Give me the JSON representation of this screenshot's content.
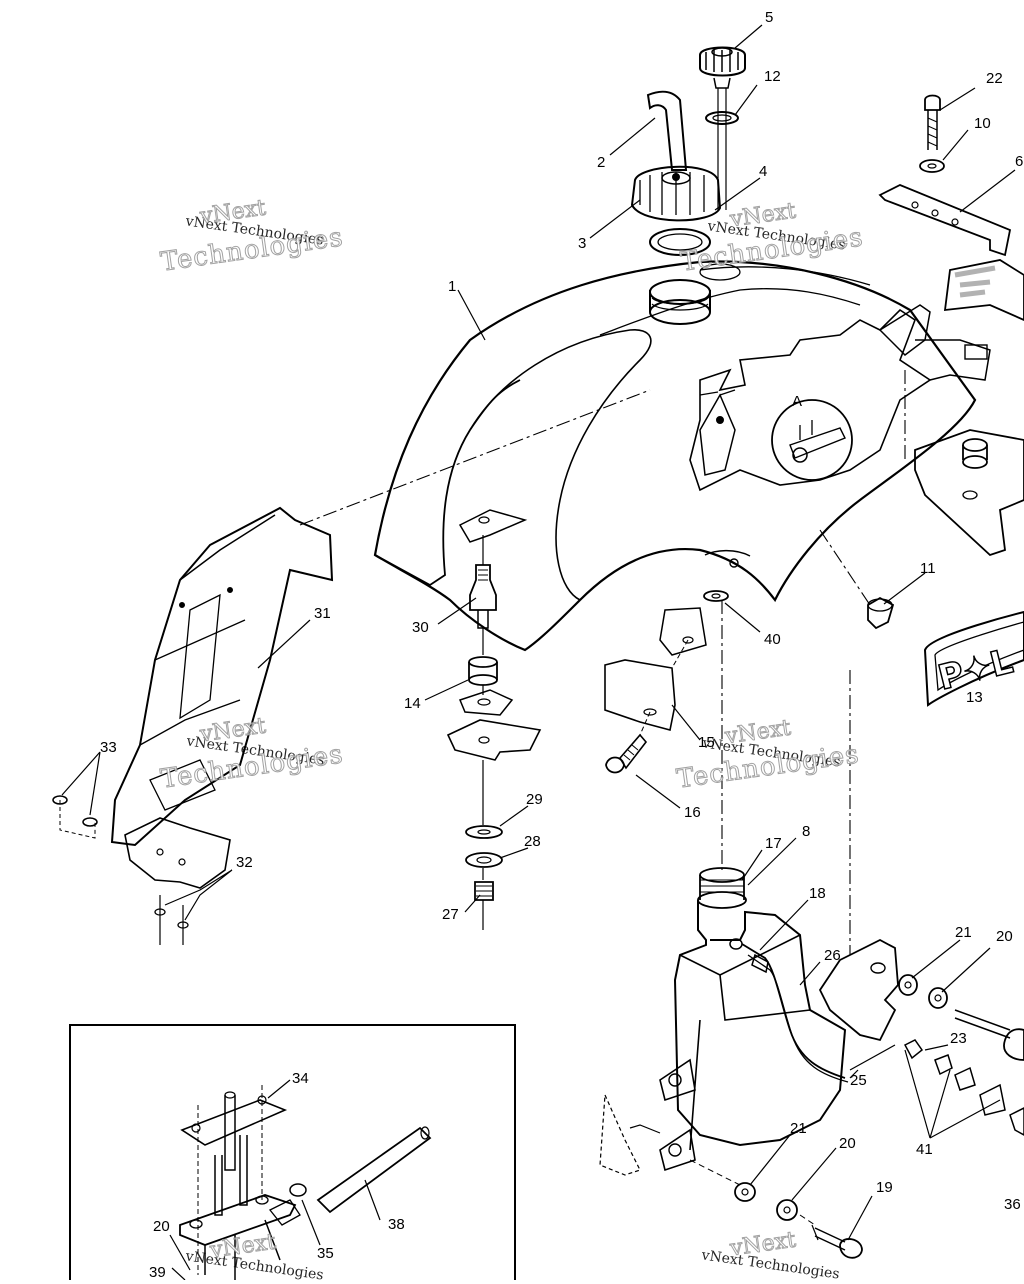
{
  "watermark": {
    "text_small": "vNext Technologies",
    "text_top": "vNext",
    "text_bottom": "Technologies"
  },
  "detail_label": "A",
  "logo_text": "P✦L",
  "callouts": [
    {
      "id": "c5",
      "text": "5"
    },
    {
      "id": "c12",
      "text": "12"
    },
    {
      "id": "c22",
      "text": "22"
    },
    {
      "id": "c10",
      "text": "10"
    },
    {
      "id": "c6",
      "text": "6"
    },
    {
      "id": "c2",
      "text": "2"
    },
    {
      "id": "c4",
      "text": "4"
    },
    {
      "id": "c3",
      "text": "3"
    },
    {
      "id": "c1",
      "text": "1"
    },
    {
      "id": "c31",
      "text": "31"
    },
    {
      "id": "c30",
      "text": "30"
    },
    {
      "id": "c11",
      "text": "11"
    },
    {
      "id": "c40",
      "text": "40"
    },
    {
      "id": "c13",
      "text": "13"
    },
    {
      "id": "c14",
      "text": "14"
    },
    {
      "id": "c15",
      "text": "15"
    },
    {
      "id": "c16",
      "text": "16"
    },
    {
      "id": "c33",
      "text": "33"
    },
    {
      "id": "c29",
      "text": "29"
    },
    {
      "id": "c28",
      "text": "28"
    },
    {
      "id": "c32",
      "text": "32"
    },
    {
      "id": "c27",
      "text": "27"
    },
    {
      "id": "c17",
      "text": "17"
    },
    {
      "id": "c8",
      "text": "8"
    },
    {
      "id": "c18",
      "text": "18"
    },
    {
      "id": "c26",
      "text": "26"
    },
    {
      "id": "c21a",
      "text": "21"
    },
    {
      "id": "c20a",
      "text": "20"
    },
    {
      "id": "c23",
      "text": "23"
    },
    {
      "id": "c25",
      "text": "25"
    },
    {
      "id": "c41",
      "text": "41"
    },
    {
      "id": "c21b",
      "text": "21"
    },
    {
      "id": "c20b",
      "text": "20"
    },
    {
      "id": "c19",
      "text": "19"
    },
    {
      "id": "c36",
      "text": "36"
    },
    {
      "id": "c34",
      "text": "34"
    },
    {
      "id": "c38",
      "text": "38"
    },
    {
      "id": "c35",
      "text": "35"
    },
    {
      "id": "c20c",
      "text": "20"
    },
    {
      "id": "c39",
      "text": "39"
    }
  ]
}
